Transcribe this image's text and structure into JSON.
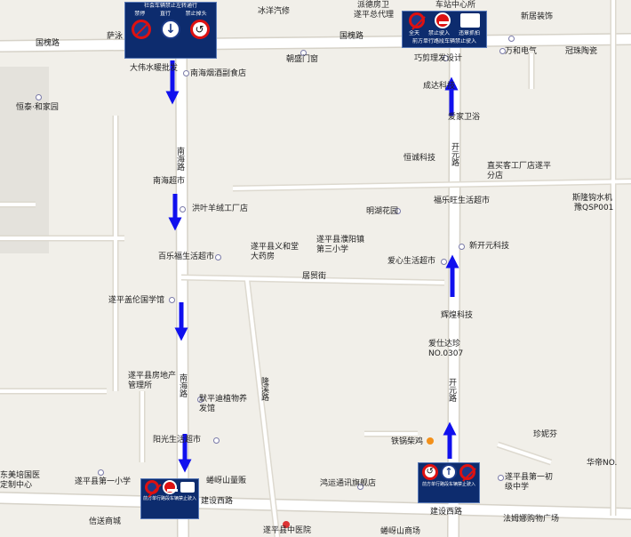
{
  "roads": {
    "guohuai_left": "国槐路",
    "guohuai_mid": "国槐路",
    "jiangshe_left": "建设西路",
    "jiangshe_right": "建设西路",
    "nanhai_top": "南海路",
    "nanhai_bottom": "南海路",
    "kaiyuan_top": "开元路",
    "kaiyuan_bottom": "开元路",
    "jufu": "居贸街",
    "liuxi": "隆溪路"
  },
  "places": [
    "大伟水暖批发",
    "南海烟酒副食店",
    "冰洋汽修",
    "朝盛门窗",
    "遂平总代理",
    "派德房卫",
    "车站中心所",
    "新居装饰",
    "万和电气",
    "冠珠陶瓷",
    "巧剪理发设计",
    "成达科技",
    "爱家卫浴",
    "恒诚科技",
    "直买客工厂店遂平分店",
    "福乐旺生活超市",
    "明湖花园",
    "斯隆钩水机",
    "豫QSP001",
    "南海超市",
    "洪叶羊绒工厂店",
    "遂平县义和堂大药房",
    "遂平县濮阳镇第三小学",
    "百乐福生活超市",
    "爱心生活超市",
    "新开元科技",
    "遂平盖伦国学馆",
    "辉煌科技",
    "爱仕达珍",
    "NO.0307",
    "遂平县房地产管理所",
    "默平迪植物养发馆",
    "阳光生活超市",
    "铁锅柴鸡",
    "珍妮芬",
    "遂平县第一小学",
    "遂平县第一初级中学",
    "华帝NO.",
    "蜷岈山量贩",
    "鸿运通讯旗舰店",
    "信送商城",
    "法姆娜购物广场",
    "恒泰·和家园",
    "萨泳",
    "东美培国医定制中心",
    "遂平县中医院",
    "蜷岈山商场"
  ],
  "signs": {
    "top_left": {
      "title": "社会车辆禁止左转通行",
      "labels": [
        "禁停",
        "直行",
        "禁止掉头"
      ]
    },
    "top_right": {
      "labels": [
        "全天",
        "禁止驶入",
        "违章抓拍"
      ],
      "caption": "前方单行路段车辆禁止驶入"
    },
    "bottom_left": {
      "caption": "前方单行路段车辆禁止驶入"
    },
    "bottom_right": {
      "caption": "前方单行路段车辆禁止驶入"
    }
  },
  "icons": [
    "no-parking-icon",
    "straight-arrow-icon",
    "no-u-turn-icon",
    "no-entry-icon",
    "camera-icon",
    "poi-marker-icon",
    "restaurant-marker-icon"
  ],
  "colors": {
    "arrow": "#1010ee",
    "road": "#ffffff",
    "sign_bg": "#0d2c6e",
    "ground": "#f1efe9",
    "road_edge": "#d6d2c8"
  }
}
